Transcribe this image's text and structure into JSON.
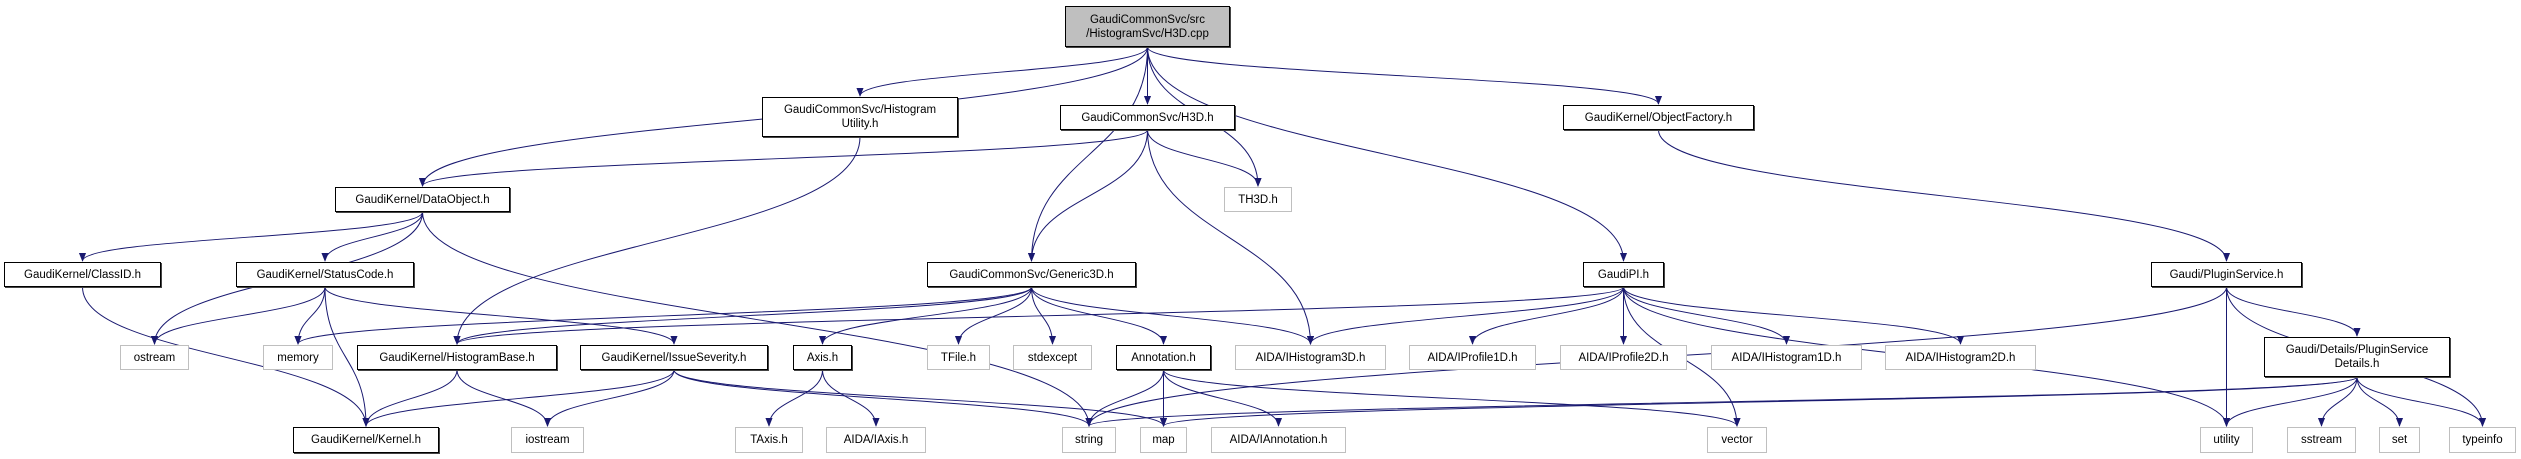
{
  "diagram": {
    "title": "Include dependency graph for GaudiCommonSvc/src/HistogramSvc/H3D.cpp",
    "edge_color": "#191970",
    "root_fill": "#bfbfbf",
    "nodes": [
      {
        "id": "root",
        "label": "GaudiCommonSvc/src\n/HistogramSvc/H3D.cpp",
        "kind": "root"
      },
      {
        "id": "histutil",
        "label": "GaudiCommonSvc/Histogram\nUtility.h",
        "kind": "internal"
      },
      {
        "id": "h3dh",
        "label": "GaudiCommonSvc/H3D.h",
        "kind": "internal"
      },
      {
        "id": "objfactory",
        "label": "GaudiKernel/ObjectFactory.h",
        "kind": "internal"
      },
      {
        "id": "dataobject",
        "label": "GaudiKernel/DataObject.h",
        "kind": "internal"
      },
      {
        "id": "th3d",
        "label": "TH3D.h",
        "kind": "external"
      },
      {
        "id": "classid",
        "label": "GaudiKernel/ClassID.h",
        "kind": "internal"
      },
      {
        "id": "statuscode",
        "label": "GaudiKernel/StatusCode.h",
        "kind": "internal"
      },
      {
        "id": "generic3d",
        "label": "GaudiCommonSvc/Generic3D.h",
        "kind": "internal"
      },
      {
        "id": "gaudipi",
        "label": "GaudiPI.h",
        "kind": "internal"
      },
      {
        "id": "pluginservice",
        "label": "Gaudi/PluginService.h",
        "kind": "internal"
      },
      {
        "id": "ostream",
        "label": "ostream",
        "kind": "external"
      },
      {
        "id": "memory",
        "label": "memory",
        "kind": "external"
      },
      {
        "id": "histbase",
        "label": "GaudiKernel/HistogramBase.h",
        "kind": "internal"
      },
      {
        "id": "issueseverity",
        "label": "GaudiKernel/IssueSeverity.h",
        "kind": "internal"
      },
      {
        "id": "axis",
        "label": "Axis.h",
        "kind": "internal"
      },
      {
        "id": "tfile",
        "label": "TFile.h",
        "kind": "external"
      },
      {
        "id": "stdexcept",
        "label": "stdexcept",
        "kind": "external"
      },
      {
        "id": "annotation",
        "label": "Annotation.h",
        "kind": "internal"
      },
      {
        "id": "ihist3d",
        "label": "AIDA/IHistogram3D.h",
        "kind": "external"
      },
      {
        "id": "iprof1d",
        "label": "AIDA/IProfile1D.h",
        "kind": "external"
      },
      {
        "id": "iprof2d",
        "label": "AIDA/IProfile2D.h",
        "kind": "external"
      },
      {
        "id": "ihist1d",
        "label": "AIDA/IHistogram1D.h",
        "kind": "external"
      },
      {
        "id": "ihist2d",
        "label": "AIDA/IHistogram2D.h",
        "kind": "external"
      },
      {
        "id": "plugindetails",
        "label": "Gaudi/Details/PluginService\nDetails.h",
        "kind": "internal"
      },
      {
        "id": "kernel",
        "label": "GaudiKernel/Kernel.h",
        "kind": "internal"
      },
      {
        "id": "iostream",
        "label": "iostream",
        "kind": "external"
      },
      {
        "id": "taxis",
        "label": "TAxis.h",
        "kind": "external"
      },
      {
        "id": "iaxis",
        "label": "AIDA/IAxis.h",
        "kind": "external"
      },
      {
        "id": "string",
        "label": "string",
        "kind": "external"
      },
      {
        "id": "map",
        "label": "map",
        "kind": "external"
      },
      {
        "id": "iannotation",
        "label": "AIDA/IAnnotation.h",
        "kind": "external"
      },
      {
        "id": "vector",
        "label": "vector",
        "kind": "external"
      },
      {
        "id": "utility",
        "label": "utility",
        "kind": "external"
      },
      {
        "id": "sstream",
        "label": "sstream",
        "kind": "external"
      },
      {
        "id": "set",
        "label": "set",
        "kind": "external"
      },
      {
        "id": "typeinfo",
        "label": "typeinfo",
        "kind": "external"
      }
    ],
    "edges": [
      [
        "root",
        "dataobject"
      ],
      [
        "root",
        "histutil"
      ],
      [
        "root",
        "generic3d"
      ],
      [
        "root",
        "h3dh"
      ],
      [
        "root",
        "th3d"
      ],
      [
        "root",
        "gaudipi"
      ],
      [
        "root",
        "objfactory"
      ],
      [
        "histutil",
        "histbase"
      ],
      [
        "h3dh",
        "dataobject"
      ],
      [
        "h3dh",
        "generic3d"
      ],
      [
        "h3dh",
        "ihist3d"
      ],
      [
        "h3dh",
        "th3d"
      ],
      [
        "objfactory",
        "pluginservice"
      ],
      [
        "dataobject",
        "classid"
      ],
      [
        "dataobject",
        "statuscode"
      ],
      [
        "dataobject",
        "ostream"
      ],
      [
        "dataobject",
        "string"
      ],
      [
        "classid",
        "kernel"
      ],
      [
        "statuscode",
        "ostream"
      ],
      [
        "statuscode",
        "memory"
      ],
      [
        "statuscode",
        "kernel"
      ],
      [
        "statuscode",
        "issueseverity"
      ],
      [
        "generic3d",
        "memory"
      ],
      [
        "generic3d",
        "histbase"
      ],
      [
        "generic3d",
        "axis"
      ],
      [
        "generic3d",
        "tfile"
      ],
      [
        "generic3d",
        "stdexcept"
      ],
      [
        "generic3d",
        "annotation"
      ],
      [
        "generic3d",
        "ihist3d"
      ],
      [
        "gaudipi",
        "histbase"
      ],
      [
        "gaudipi",
        "ihist3d"
      ],
      [
        "gaudipi",
        "iprof1d"
      ],
      [
        "gaudipi",
        "iprof2d"
      ],
      [
        "gaudipi",
        "ihist1d"
      ],
      [
        "gaudipi",
        "ihist2d"
      ],
      [
        "gaudipi",
        "utility"
      ],
      [
        "gaudipi",
        "vector"
      ],
      [
        "pluginservice",
        "string"
      ],
      [
        "pluginservice",
        "utility"
      ],
      [
        "pluginservice",
        "plugindetails"
      ],
      [
        "pluginservice",
        "typeinfo"
      ],
      [
        "histbase",
        "kernel"
      ],
      [
        "histbase",
        "iostream"
      ],
      [
        "issueseverity",
        "kernel"
      ],
      [
        "issueseverity",
        "iostream"
      ],
      [
        "issueseverity",
        "string"
      ],
      [
        "issueseverity",
        "map"
      ],
      [
        "axis",
        "taxis"
      ],
      [
        "axis",
        "iaxis"
      ],
      [
        "annotation",
        "string"
      ],
      [
        "annotation",
        "map"
      ],
      [
        "annotation",
        "iannotation"
      ],
      [
        "annotation",
        "vector"
      ],
      [
        "plugindetails",
        "string"
      ],
      [
        "plugindetails",
        "map"
      ],
      [
        "plugindetails",
        "utility"
      ],
      [
        "plugindetails",
        "sstream"
      ],
      [
        "plugindetails",
        "set"
      ],
      [
        "plugindetails",
        "typeinfo"
      ]
    ]
  }
}
